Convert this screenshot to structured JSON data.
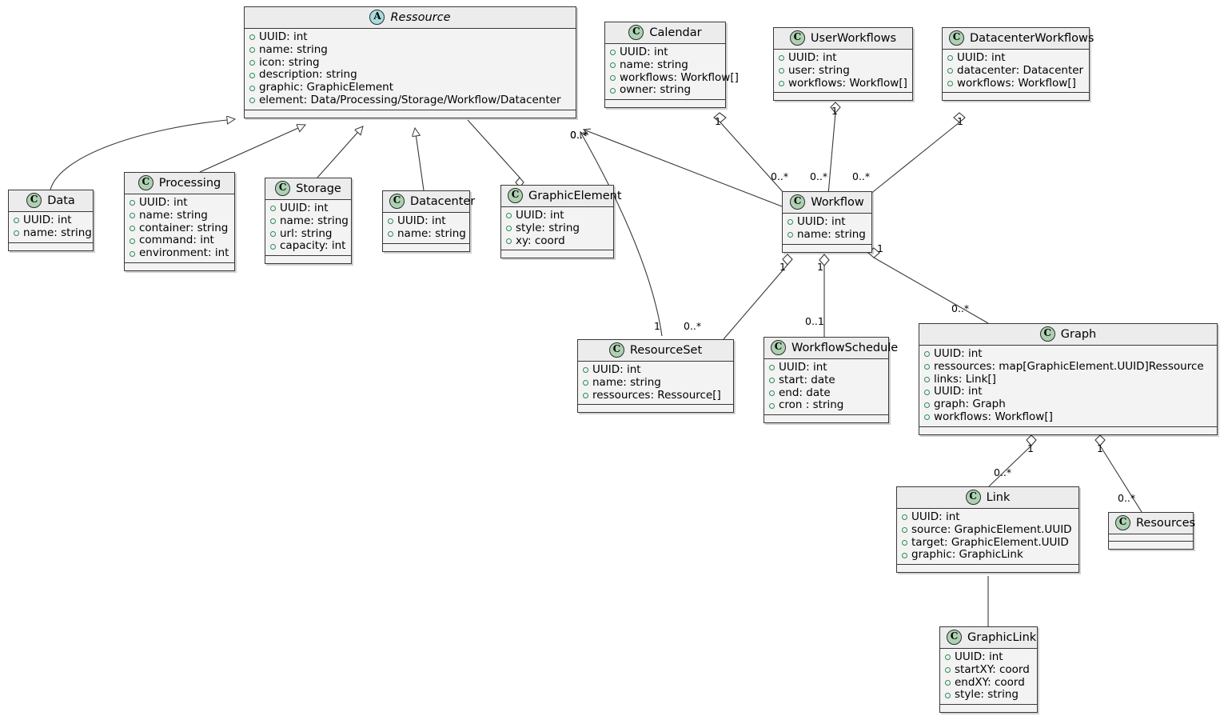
{
  "diagram": {
    "type": "uml-class-diagram",
    "background": "#FFFFFF",
    "class_icon_color": "#ADD1B2",
    "abstract_icon_color": "#A9DCDF",
    "header_color": "#ECECEC",
    "body_color": "#F3F3F3",
    "border_color": "#383838",
    "visibility_marker_color": "#2E8B57"
  },
  "classes": {
    "ressource": {
      "name": "Ressource",
      "stereotype": "A",
      "abstract": true,
      "attributes": [
        "UUID: int",
        "name: string",
        "icon: string",
        "description: string",
        "graphic: GraphicElement",
        "element: Data/Processing/Storage/Workflow/Datacenter"
      ]
    },
    "data": {
      "name": "Data",
      "stereotype": "C",
      "abstract": false,
      "attributes": [
        "UUID: int",
        "name: string"
      ]
    },
    "processing": {
      "name": "Processing",
      "stereotype": "C",
      "abstract": false,
      "attributes": [
        "UUID: int",
        "name: string",
        "container: string",
        "command: int",
        "environment: int"
      ]
    },
    "storage": {
      "name": "Storage",
      "stereotype": "C",
      "abstract": false,
      "attributes": [
        "UUID: int",
        "name: string",
        "url: string",
        "capacity: int"
      ]
    },
    "datacenter": {
      "name": "Datacenter",
      "stereotype": "C",
      "abstract": false,
      "attributes": [
        "UUID: int",
        "name: string"
      ]
    },
    "graphicelement": {
      "name": "GraphicElement",
      "stereotype": "C",
      "abstract": false,
      "attributes": [
        "UUID: int",
        "style: string",
        "xy: coord"
      ]
    },
    "calendar": {
      "name": "Calendar",
      "stereotype": "C",
      "abstract": false,
      "attributes": [
        "UUID: int",
        "name: string",
        "workflows: Workflow[]",
        "owner: string"
      ]
    },
    "userworkflows": {
      "name": "UserWorkflows",
      "stereotype": "C",
      "abstract": false,
      "attributes": [
        "UUID: int",
        "user: string",
        "workflows: Workflow[]"
      ]
    },
    "datacenterworkflows": {
      "name": "DatacenterWorkflows",
      "stereotype": "C",
      "abstract": false,
      "attributes": [
        "UUID: int",
        "datacenter: Datacenter",
        "workflows: Workflow[]"
      ]
    },
    "workflow": {
      "name": "Workflow",
      "stereotype": "C",
      "abstract": false,
      "attributes": [
        "UUID: int",
        "name: string"
      ]
    },
    "resourceset": {
      "name": "ResourceSet",
      "stereotype": "C",
      "abstract": false,
      "attributes": [
        "UUID: int",
        "name: string",
        "ressources: Ressource[]"
      ]
    },
    "workflowschedule": {
      "name": "WorkflowSchedule",
      "stereotype": "C",
      "abstract": false,
      "attributes": [
        "UUID: int",
        "start: date",
        "end: date",
        "cron : string"
      ]
    },
    "graph": {
      "name": "Graph",
      "stereotype": "C",
      "abstract": false,
      "attributes": [
        "UUID: int",
        "ressources: map[GraphicElement.UUID]Ressource",
        "links: Link[]",
        "UUID: int",
        "graph: Graph",
        "workflows: Workflow[]"
      ]
    },
    "link": {
      "name": "Link",
      "stereotype": "C",
      "abstract": false,
      "attributes": [
        "UUID: int",
        "source: GraphicElement.UUID",
        "target: GraphicElement.UUID",
        "graphic: GraphicLink"
      ]
    },
    "resources": {
      "name": "Resources",
      "stereotype": "C",
      "abstract": false,
      "attributes": []
    },
    "graphiclink": {
      "name": "GraphicLink",
      "stereotype": "C",
      "abstract": false,
      "attributes": [
        "UUID: int",
        "startXY: coord",
        "endXY: coord",
        "style: string"
      ]
    }
  },
  "multiplicities": {
    "ressource_graphicelement": "0..*",
    "calendar_workflow_src": "1",
    "calendar_workflow_dst": "0..*",
    "userworkflows_workflow_src": "1",
    "userworkflows_workflow_dst": "0..*",
    "datacenterworkflows_workflow_src": "1",
    "datacenterworkflows_workflow_dst": "0..*",
    "workflow_resourceset_src": "1",
    "workflow_resourceset_dst": "0..*",
    "workflow_schedule_src": "1",
    "workflow_schedule_dst": "0..1",
    "workflow_graph_src": "1",
    "workflow_graph_dst": "0..*",
    "graph_link_src": "1",
    "graph_link_dst": "0..*",
    "graph_resources_src": "1",
    "graph_resources_dst": "0..*",
    "resourceset_ressource_src": "1",
    "resourceset_ressource_dst": "0..*"
  }
}
